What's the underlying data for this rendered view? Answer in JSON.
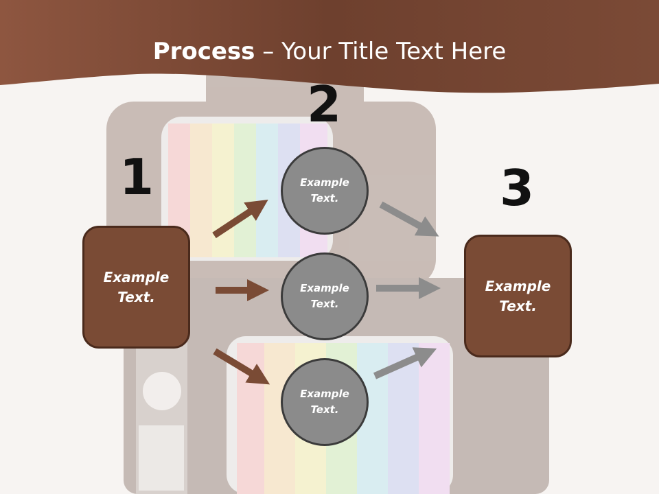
{
  "title": {
    "bold": "Process",
    "rest": " – Your Title Text Here"
  },
  "steps": [
    {
      "number": "1"
    },
    {
      "number": "2"
    },
    {
      "number": "3"
    }
  ],
  "left_box": {
    "text": "Example Text."
  },
  "right_box": {
    "text": "Example Text."
  },
  "circles": [
    {
      "text": "Example Text."
    },
    {
      "text": "Example Text."
    },
    {
      "text": "Example Text."
    }
  ],
  "colors": {
    "header": "#7a4b35",
    "box": "#7a4b35",
    "circle": "#8b8b8b",
    "arrow_brown": "#7a4b35",
    "arrow_gray": "#8c8c8c"
  }
}
